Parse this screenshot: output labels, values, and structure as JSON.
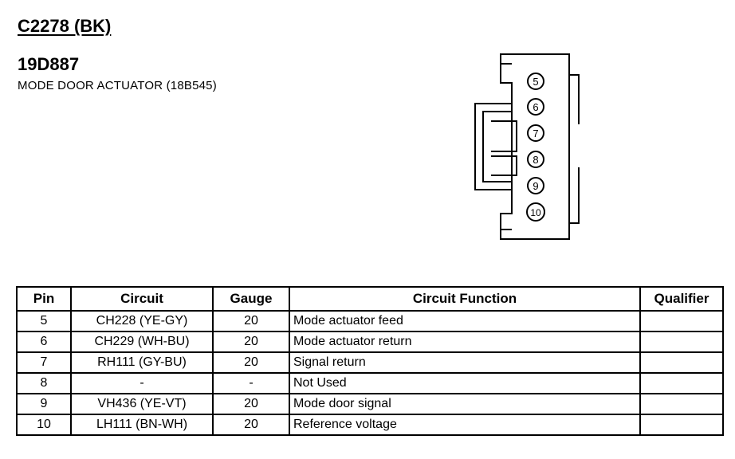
{
  "header": {
    "connector_id": "C2278 (BK)",
    "part_number": "19D887",
    "description": "MODE DOOR ACTUATOR (18B545)"
  },
  "connector": {
    "pins": [
      "5",
      "6",
      "7",
      "8",
      "9",
      "10"
    ]
  },
  "table": {
    "headers": {
      "pin": "Pin",
      "circuit": "Circuit",
      "gauge": "Gauge",
      "function": "Circuit Function",
      "qualifier": "Qualifier"
    },
    "rows": [
      {
        "pin": "5",
        "circuit": "CH228 (YE-GY)",
        "gauge": "20",
        "function": "Mode actuator feed",
        "qualifier": ""
      },
      {
        "pin": "6",
        "circuit": "CH229 (WH-BU)",
        "gauge": "20",
        "function": "Mode actuator return",
        "qualifier": ""
      },
      {
        "pin": "7",
        "circuit": "RH111 (GY-BU)",
        "gauge": "20",
        "function": "Signal return",
        "qualifier": ""
      },
      {
        "pin": "8",
        "circuit": "-",
        "gauge": "-",
        "function": "Not Used",
        "qualifier": ""
      },
      {
        "pin": "9",
        "circuit": "VH436 (YE-VT)",
        "gauge": "20",
        "function": "Mode door signal",
        "qualifier": ""
      },
      {
        "pin": "10",
        "circuit": "LH111 (BN-WH)",
        "gauge": "20",
        "function": "Reference voltage",
        "qualifier": ""
      }
    ]
  }
}
